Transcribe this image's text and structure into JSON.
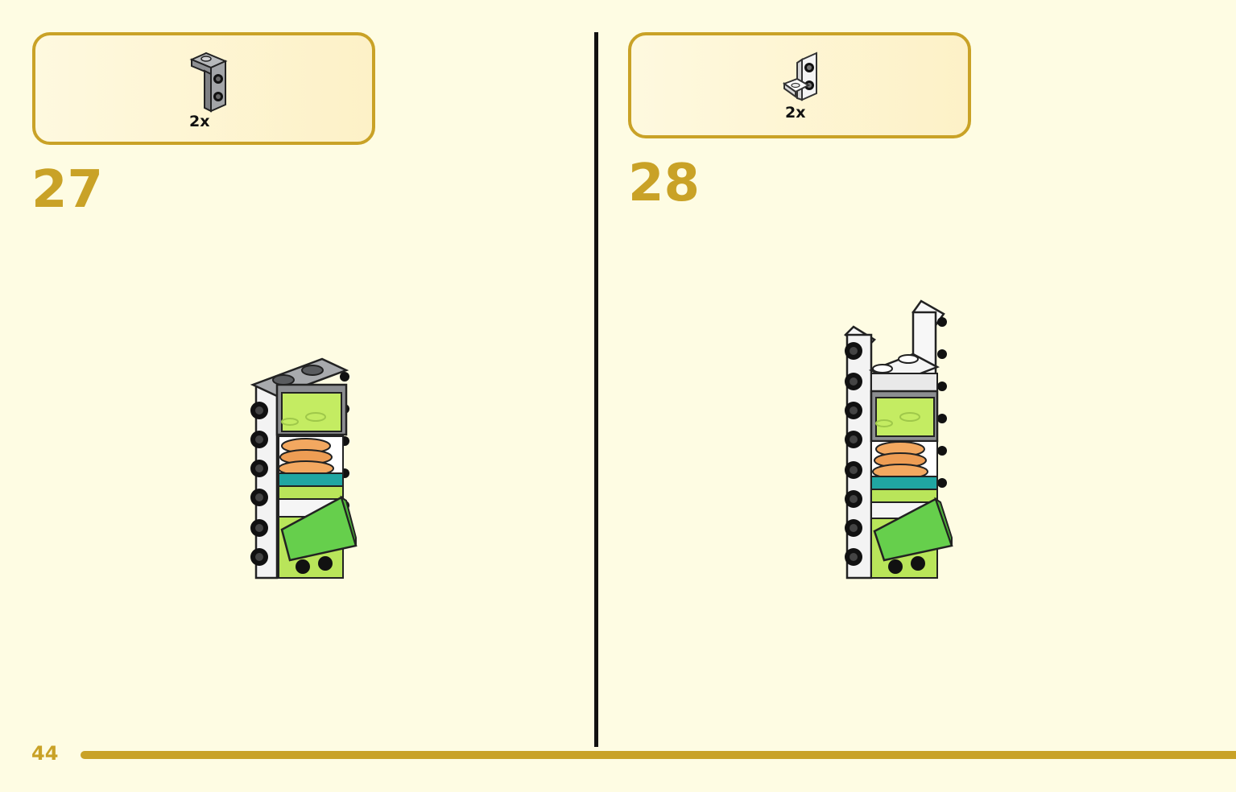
{
  "steps": [
    {
      "number": "27",
      "part": {
        "icon": "gray-bracket-1x2-icon",
        "color": "#9ea0a3",
        "quantity": "2x"
      }
    },
    {
      "number": "28",
      "part": {
        "icon": "white-bracket-1x2-icon",
        "color": "#f2f2f2",
        "quantity": "2x"
      }
    }
  ],
  "page_number": "44",
  "colors": {
    "background": "#fefce3",
    "accent": "#c9a227",
    "divider": "#111111",
    "lime": "#b9e55a",
    "green": "#6ad04e",
    "tan": "#f1a65c",
    "teal": "#22a8a3",
    "gray": "#9ea0a3",
    "white": "#f2f2f2"
  }
}
